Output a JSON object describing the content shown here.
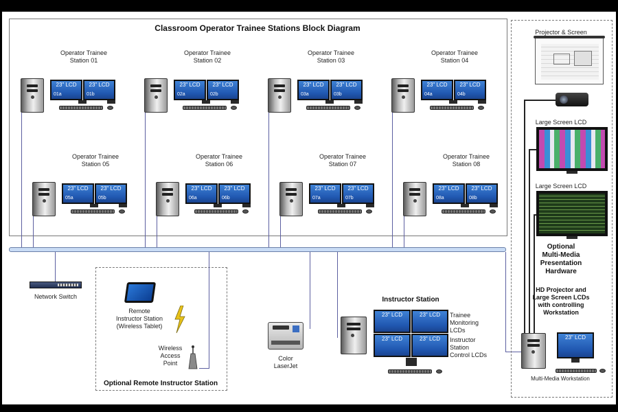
{
  "title": "Classroom Operator Trainee Stations Block Diagram",
  "stations": [
    {
      "name": "Operator Trainee Station 01",
      "line1": "Operator Trainee",
      "line2": "Station 01",
      "monitor_label": "23\" LCD",
      "screens": [
        "01a",
        "01b"
      ]
    },
    {
      "name": "Operator Trainee Station 02",
      "line1": "Operator Trainee",
      "line2": "Station 02",
      "monitor_label": "23\" LCD",
      "screens": [
        "02a",
        "02b"
      ]
    },
    {
      "name": "Operator Trainee Station 03",
      "line1": "Operator Trainee",
      "line2": "Station 03",
      "monitor_label": "23\" LCD",
      "screens": [
        "03a",
        "03b"
      ]
    },
    {
      "name": "Operator Trainee Station 04",
      "line1": "Operator Trainee",
      "line2": "Station 04",
      "monitor_label": "23\" LCD",
      "screens": [
        "04a",
        "04b"
      ]
    },
    {
      "name": "Operator Trainee Station 05",
      "line1": "Operator Trainee",
      "line2": "Station 05",
      "monitor_label": "23\" LCD",
      "screens": [
        "05a",
        "05b"
      ]
    },
    {
      "name": "Operator Trainee Station 06",
      "line1": "Operator Trainee",
      "line2": "Station 06",
      "monitor_label": "23\" LCD",
      "screens": [
        "06a",
        "06b"
      ]
    },
    {
      "name": "Operator Trainee Station 07",
      "line1": "Operator Trainee",
      "line2": "Station 07",
      "monitor_label": "23\" LCD",
      "screens": [
        "07a",
        "07b"
      ]
    },
    {
      "name": "Operator Trainee Station 08",
      "line1": "Operator Trainee",
      "line2": "Station 08",
      "monitor_label": "23\" LCD",
      "screens": [
        "08a",
        "08b"
      ]
    }
  ],
  "network_switch": "Network Switch",
  "remote": {
    "section_title": "Optional Remote Instructor Station",
    "tablet_line1": "Remote",
    "tablet_line2": "Instructor Station",
    "tablet_line3": "(Wireless Tablet)",
    "ap_line1": "Wireless",
    "ap_line2": "Access",
    "ap_line3": "Point"
  },
  "printer": {
    "line1": "Color",
    "line2": "LaserJet"
  },
  "instructor": {
    "title": "Instructor Station",
    "monitor_label": "23\" LCD",
    "monitoring_line1": "Trainee",
    "monitoring_line2": "Monitoring",
    "monitoring_line3": "LCDs",
    "control_line1": "Instructor",
    "control_line2": "Station",
    "control_line3": "Control LCDs"
  },
  "multimedia": {
    "projector_label": "Projector & Screen",
    "large_lcd_label_1": "Large Screen LCD",
    "large_lcd_label_2": "Large Screen LCD",
    "optional_line1": "Optional",
    "optional_line2": "Multi-Media",
    "optional_line3": "Presentation",
    "optional_line4": "Hardware",
    "desc_line1": "HD Projector and",
    "desc_line2": "Large Screen LCDs",
    "desc_line3": "with controlling",
    "desc_line4": "Workstation",
    "workstation_monitor": "23\" LCD",
    "workstation_label": "Multi-Media Workstation"
  },
  "colors": {
    "screen_blue": "#2f6fd0",
    "network_bar": "#c9dcf5",
    "wire": "#5b5ea0"
  }
}
